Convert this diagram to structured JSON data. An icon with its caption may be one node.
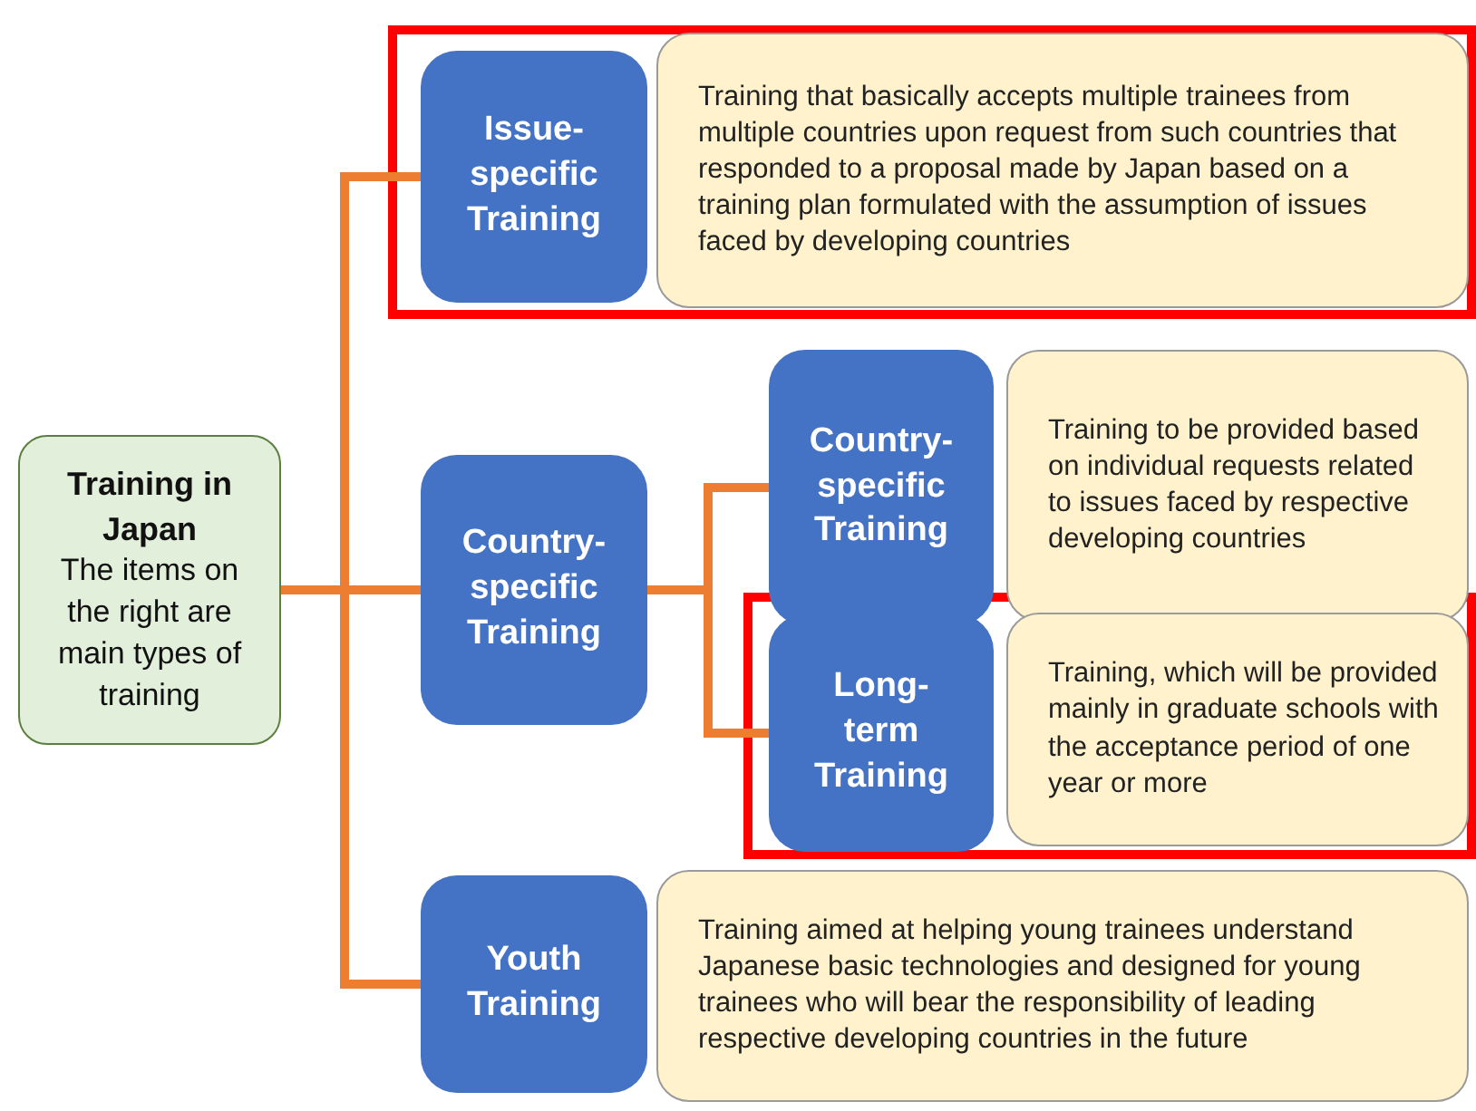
{
  "diagram": {
    "nodes": [
      {
        "text": [
          "Training in Japan",
          "The items on the right are main types of training"
        ]
      },
      {
        "text": [
          "Issue-specific Training"
        ]
      },
      {
        "text": [
          "Training that basically accepts multiple trainees from multiple countries upon request from such countries that responded to a proposal made by Japan based on a training plan formulated with the assumption of issues faced by developing countries"
        ]
      },
      {
        "text": [
          "Country-specific Training"
        ]
      },
      {
        "text": [
          "Country-specific Training"
        ]
      },
      {
        "text": [
          "Training to be provided based on individual requests related to issues faced by respective developing countries"
        ]
      },
      {
        "text": [
          "Long-term Training"
        ]
      },
      {
        "text": [
          "Training, which will be provided mainly in graduate schools with the acceptance period of one year or more"
        ]
      },
      {
        "text": [
          "Youth Training"
        ]
      },
      {
        "text": [
          "Training aimed at helping young trainees understand Japanese basic technologies and designed for young trainees who will bear the responsibility of leading respective developing countries in the future"
        ]
      }
    ],
    "edges": [
      {
        "from": 0,
        "to": 1,
        "arrow": "none"
      },
      {
        "from": 0,
        "to": 3,
        "arrow": "none"
      },
      {
        "from": 0,
        "to": 8,
        "arrow": "none"
      },
      {
        "from": 3,
        "to": 4,
        "arrow": "none"
      },
      {
        "from": 3,
        "to": 6,
        "arrow": "none"
      }
    ]
  }
}
